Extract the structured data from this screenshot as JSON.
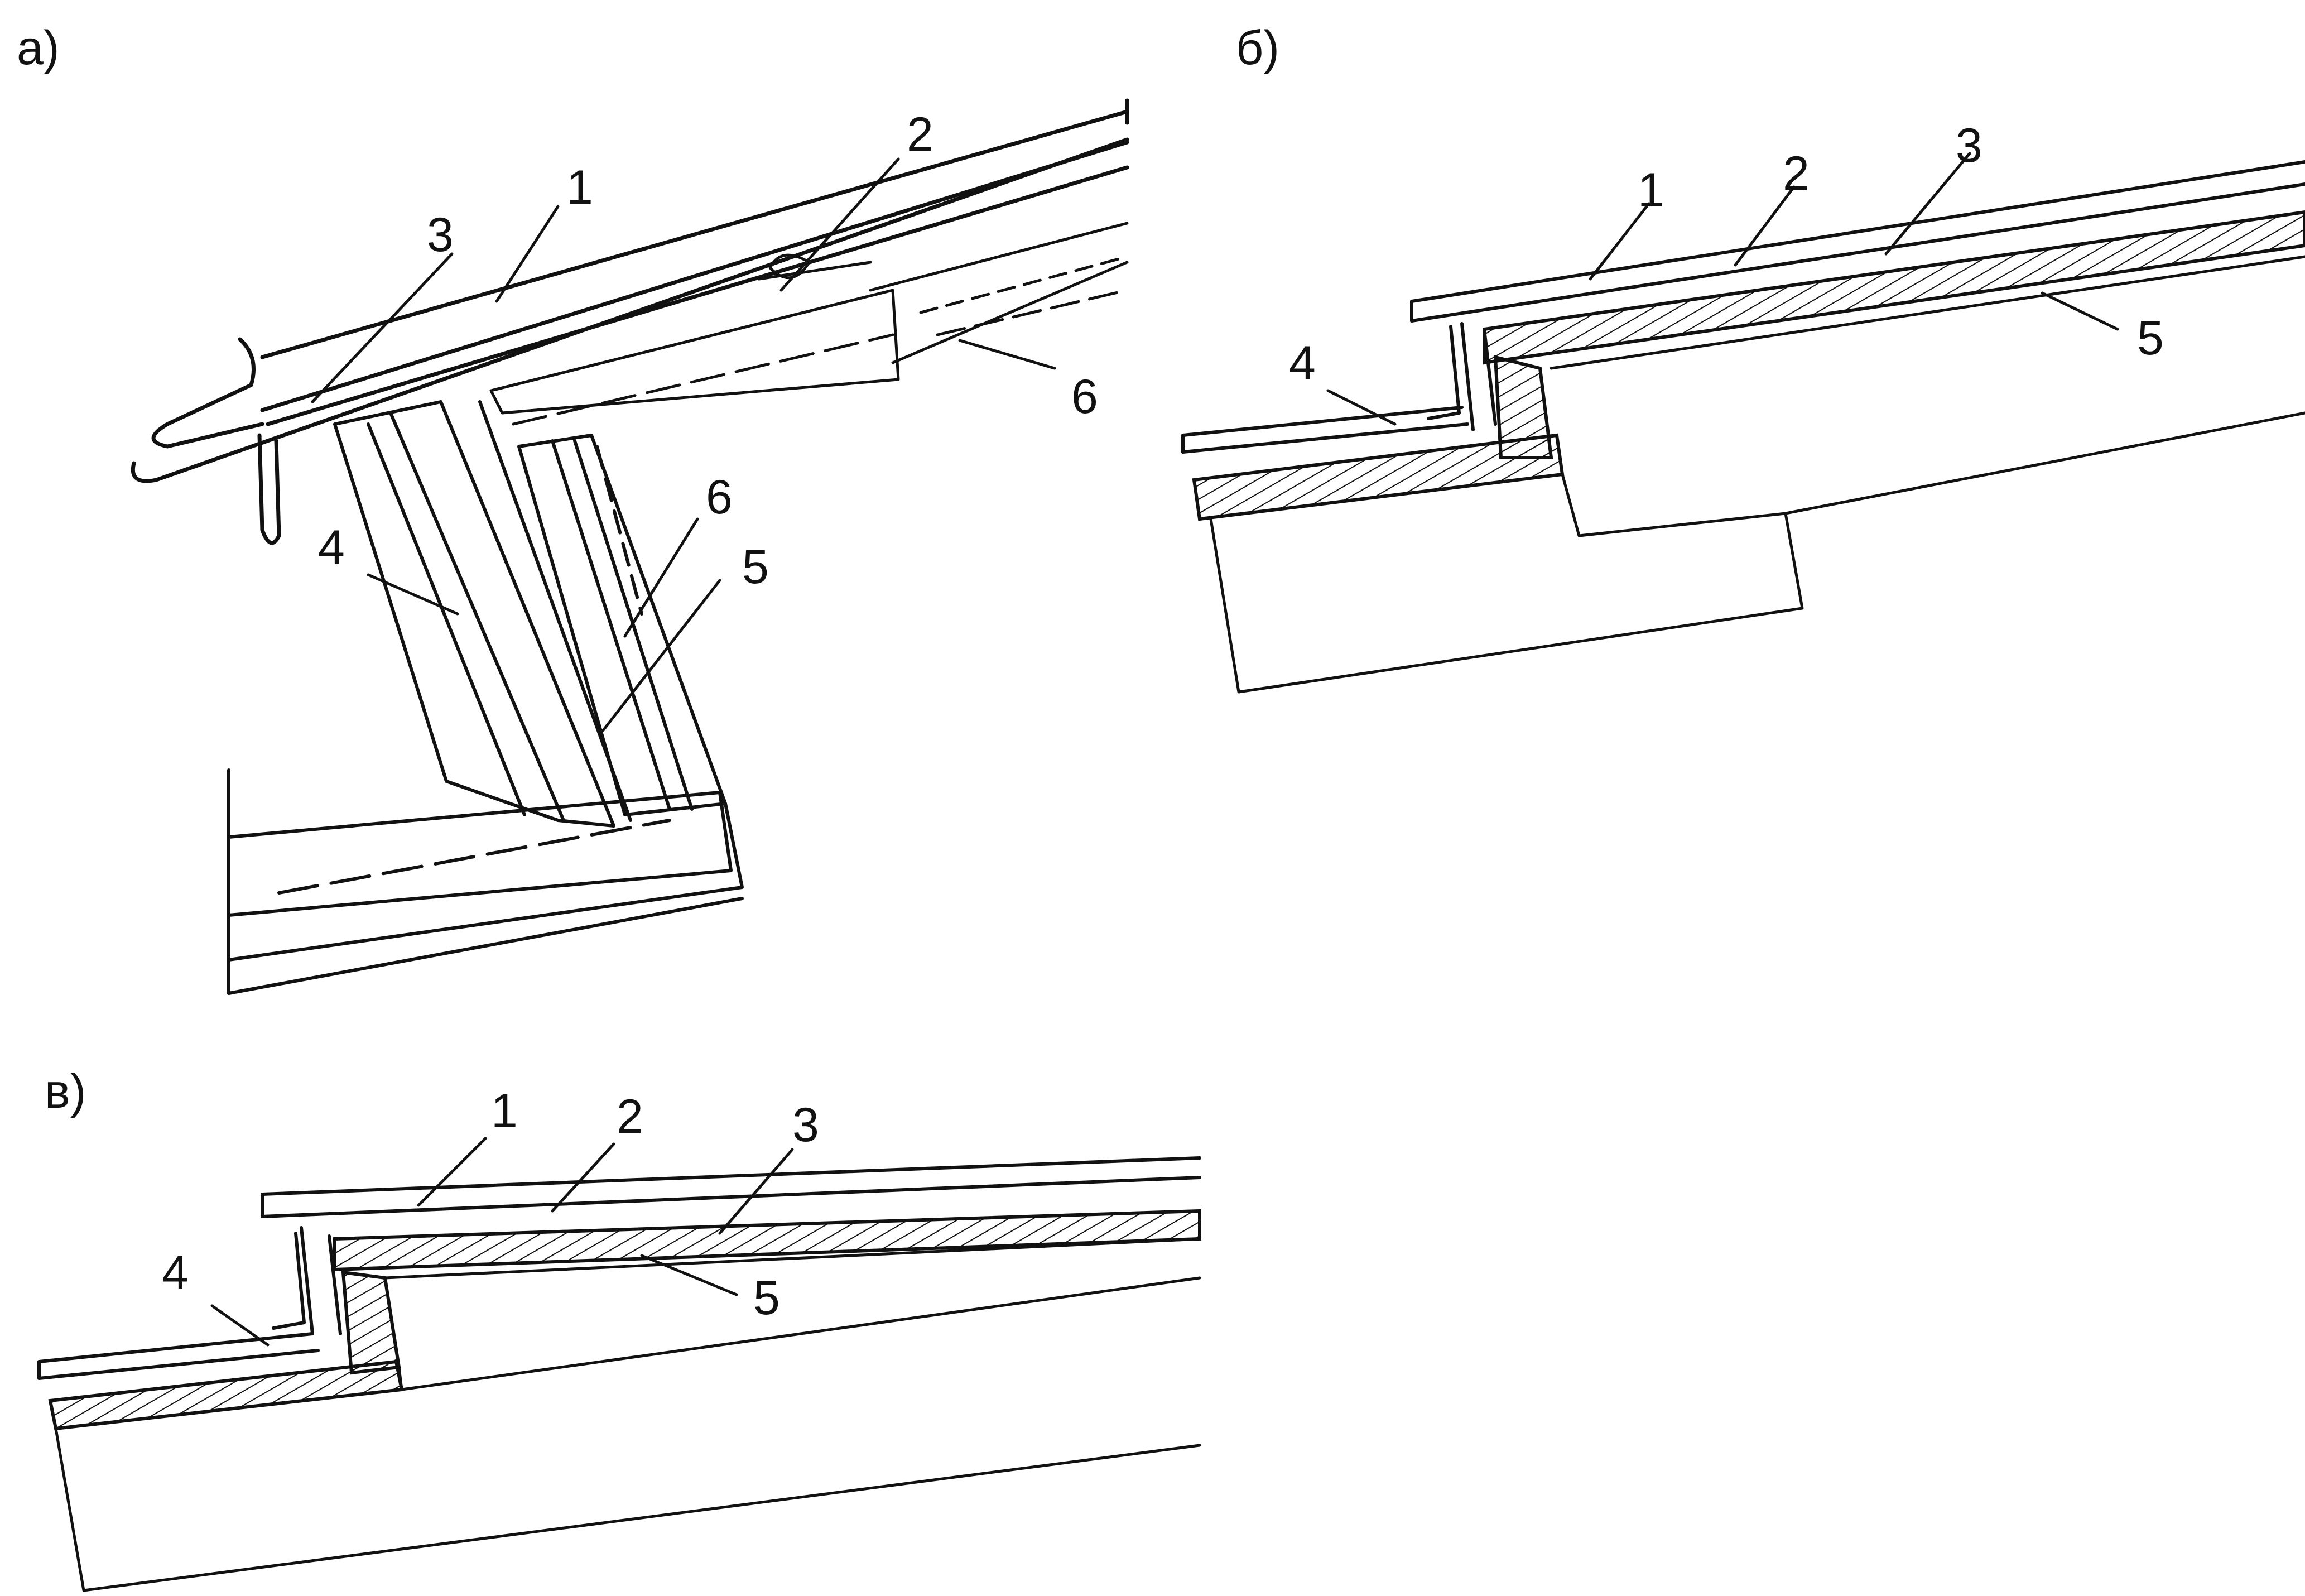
{
  "colors": {
    "ink": "#111111",
    "paper": "#ffffff"
  },
  "panels": [
    {
      "id": "a",
      "label": "а)",
      "callouts": [
        "1",
        "2",
        "3",
        "4",
        "5",
        "6",
        "6"
      ]
    },
    {
      "id": "b",
      "label": "б)",
      "callouts": [
        "1",
        "2",
        "3",
        "4",
        "5"
      ]
    },
    {
      "id": "v",
      "label": "в)",
      "callouts": [
        "1",
        "2",
        "3",
        "4",
        "5"
      ]
    }
  ]
}
